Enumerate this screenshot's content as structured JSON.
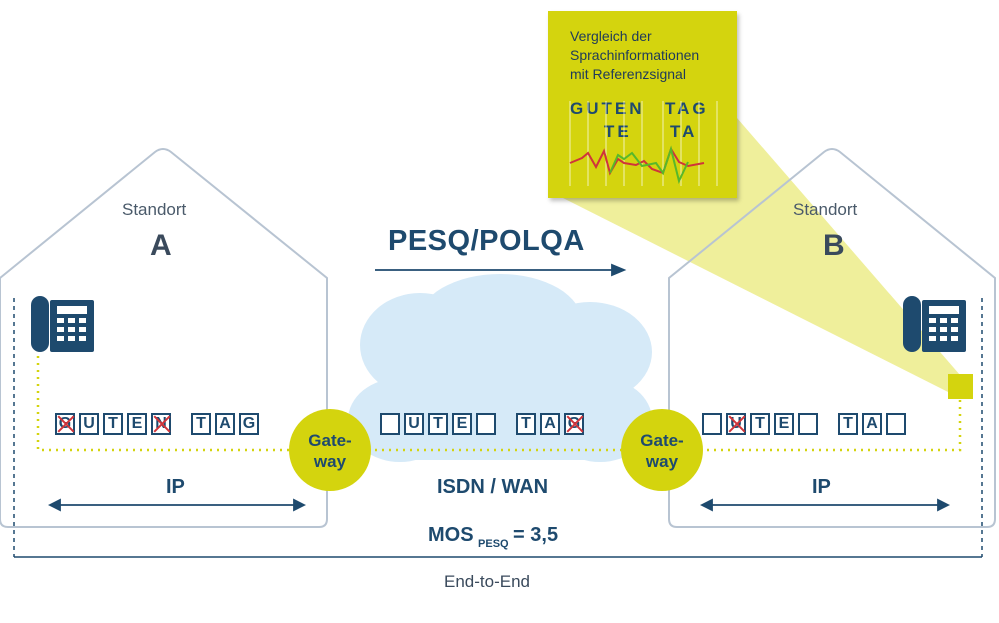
{
  "protocol": {
    "label": "PESQ/POLQA"
  },
  "site_a": {
    "label": "Standort",
    "id": "A",
    "network": "IP",
    "letters": [
      {
        "ch": "G",
        "state": "bad"
      },
      {
        "ch": "U",
        "state": "ok"
      },
      {
        "ch": "T",
        "state": "ok"
      },
      {
        "ch": "E",
        "state": "ok"
      },
      {
        "ch": "N",
        "state": "bad"
      },
      {
        "ch": "",
        "state": "space"
      },
      {
        "ch": "T",
        "state": "ok"
      },
      {
        "ch": "A",
        "state": "ok"
      },
      {
        "ch": "G",
        "state": "ok"
      }
    ]
  },
  "middle": {
    "network": "ISDN / WAN",
    "letters": [
      {
        "ch": "",
        "state": "empty"
      },
      {
        "ch": "U",
        "state": "ok"
      },
      {
        "ch": "T",
        "state": "ok"
      },
      {
        "ch": "E",
        "state": "ok"
      },
      {
        "ch": "",
        "state": "empty"
      },
      {
        "ch": "",
        "state": "space"
      },
      {
        "ch": "T",
        "state": "ok"
      },
      {
        "ch": "A",
        "state": "ok"
      },
      {
        "ch": "G",
        "state": "bad"
      }
    ]
  },
  "site_b": {
    "label": "Standort",
    "id": "B",
    "network": "IP",
    "letters": [
      {
        "ch": "",
        "state": "empty"
      },
      {
        "ch": "U",
        "state": "bad"
      },
      {
        "ch": "T",
        "state": "ok"
      },
      {
        "ch": "E",
        "state": "ok"
      },
      {
        "ch": "",
        "state": "empty"
      },
      {
        "ch": "",
        "state": "space"
      },
      {
        "ch": "T",
        "state": "ok"
      },
      {
        "ch": "A",
        "state": "ok"
      },
      {
        "ch": "",
        "state": "empty"
      }
    ]
  },
  "gateway": {
    "line1": "Gate-",
    "line2": "way"
  },
  "mos": {
    "prefix": "MOS",
    "sub": "PESQ",
    "value": "= 3,5"
  },
  "end_to_end": "End-to-End",
  "callout": {
    "lines": [
      "Vergleich der",
      "Sprachinformationen",
      "mit Referenzsignal"
    ],
    "word1": "GUTEN",
    "word2": "TAG",
    "word3": "TE",
    "word4": "TA"
  },
  "colors": {
    "navy": "#1e4a6e",
    "lime": "#d4d40e",
    "cloud": "#d6eaf8",
    "house": "#b8c4d2",
    "error": "#d0343a",
    "signal_ok": "#58b82a"
  }
}
